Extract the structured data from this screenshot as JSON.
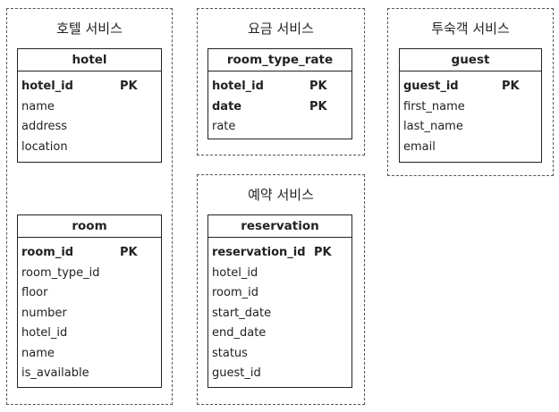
{
  "services": {
    "hotel": {
      "title": "호텔 서비스",
      "entities": {
        "hotel": {
          "name": "hotel",
          "fields": [
            {
              "name": "hotel_id",
              "key": "PK"
            },
            {
              "name": "name",
              "key": ""
            },
            {
              "name": "address",
              "key": ""
            },
            {
              "name": "location",
              "key": ""
            }
          ]
        },
        "room": {
          "name": "room",
          "fields": [
            {
              "name": "room_id",
              "key": "PK"
            },
            {
              "name": "room_type_id",
              "key": ""
            },
            {
              "name": "floor",
              "key": ""
            },
            {
              "name": "number",
              "key": ""
            },
            {
              "name": "hotel_id",
              "key": ""
            },
            {
              "name": "name",
              "key": ""
            },
            {
              "name": "is_available",
              "key": ""
            }
          ]
        }
      }
    },
    "rate": {
      "title": "요금 서비스",
      "entities": {
        "room_type_rate": {
          "name": "room_type_rate",
          "fields": [
            {
              "name": "hotel_id",
              "key": "PK"
            },
            {
              "name": "date",
              "key": "PK"
            },
            {
              "name": "rate",
              "key": ""
            }
          ]
        }
      }
    },
    "reservation": {
      "title": "예약 서비스",
      "entities": {
        "reservation": {
          "name": "reservation",
          "fields": [
            {
              "name": "reservation_id",
              "key": "PK"
            },
            {
              "name": "hotel_id",
              "key": ""
            },
            {
              "name": "room_id",
              "key": ""
            },
            {
              "name": "start_date",
              "key": ""
            },
            {
              "name": "end_date",
              "key": ""
            },
            {
              "name": "status",
              "key": ""
            },
            {
              "name": "guest_id",
              "key": ""
            }
          ]
        }
      }
    },
    "guest": {
      "title": "투숙객 서비스",
      "entities": {
        "guest": {
          "name": "guest",
          "fields": [
            {
              "name": "guest_id",
              "key": "PK"
            },
            {
              "name": "first_name",
              "key": ""
            },
            {
              "name": "last_name",
              "key": ""
            },
            {
              "name": "email",
              "key": ""
            }
          ]
        }
      }
    }
  }
}
